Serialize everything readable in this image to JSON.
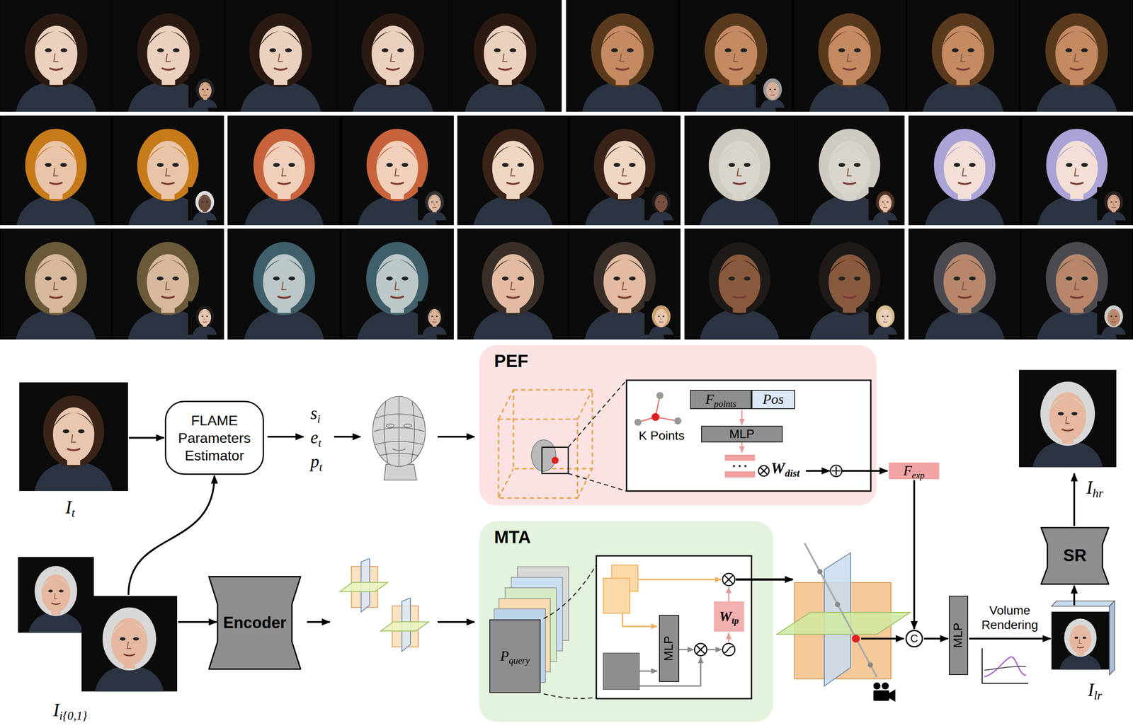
{
  "diagram": {
    "nodes": [
      {
        "text": [
          "I",
          "t"
        ]
      },
      {
        "text": [
          "FLAME Parameters Estimator"
        ]
      },
      {
        "text": [
          "PEF"
        ]
      },
      {
        "text": [
          "F",
          "points"
        ],
        "in": 2
      },
      {
        "text": [
          "Pos"
        ],
        "in": 2
      },
      {
        "text": [
          "MLP"
        ],
        "in": 2
      },
      {
        "text": [
          "F",
          "exp"
        ]
      },
      {
        "text": [
          "I",
          "i{0,1}"
        ]
      },
      {
        "text": [
          "Encoder"
        ]
      },
      {
        "text": [
          "MTA"
        ]
      },
      {
        "text": [
          "P",
          "query"
        ],
        "in": 9
      },
      {
        "text": [
          "MLP"
        ],
        "in": 9
      },
      {
        "text": [
          "W",
          "tp"
        ],
        "in": 9
      },
      {
        "text": [
          "C"
        ]
      },
      {
        "text": [
          "MLP"
        ]
      },
      {
        "text": [
          "I",
          "lr"
        ]
      },
      {
        "text": [
          "SR"
        ]
      },
      {
        "text": [
          "I",
          "hr"
        ]
      }
    ],
    "edges": [
      {
        "from": 0,
        "to": 1,
        "arrow": "to"
      },
      {
        "from": 7,
        "to": 1,
        "arrow": "to"
      },
      {
        "from": 7,
        "to": 8,
        "arrow": "to"
      },
      {
        "from": 3,
        "to": 5,
        "arrow": "to"
      },
      {
        "from": 6,
        "to": 13,
        "arrow": "to"
      },
      {
        "from": 13,
        "to": 14,
        "arrow": "to"
      },
      {
        "from": 14,
        "to": 15,
        "label": "Volume Rendering",
        "arrow": "to"
      },
      {
        "from": 15,
        "to": 16,
        "arrow": "to"
      },
      {
        "from": 16,
        "to": 17,
        "arrow": "to"
      }
    ],
    "labels": [
      "s",
      "i",
      "e",
      "t",
      "p",
      "t",
      "K Points",
      "W",
      "dist"
    ]
  }
}
